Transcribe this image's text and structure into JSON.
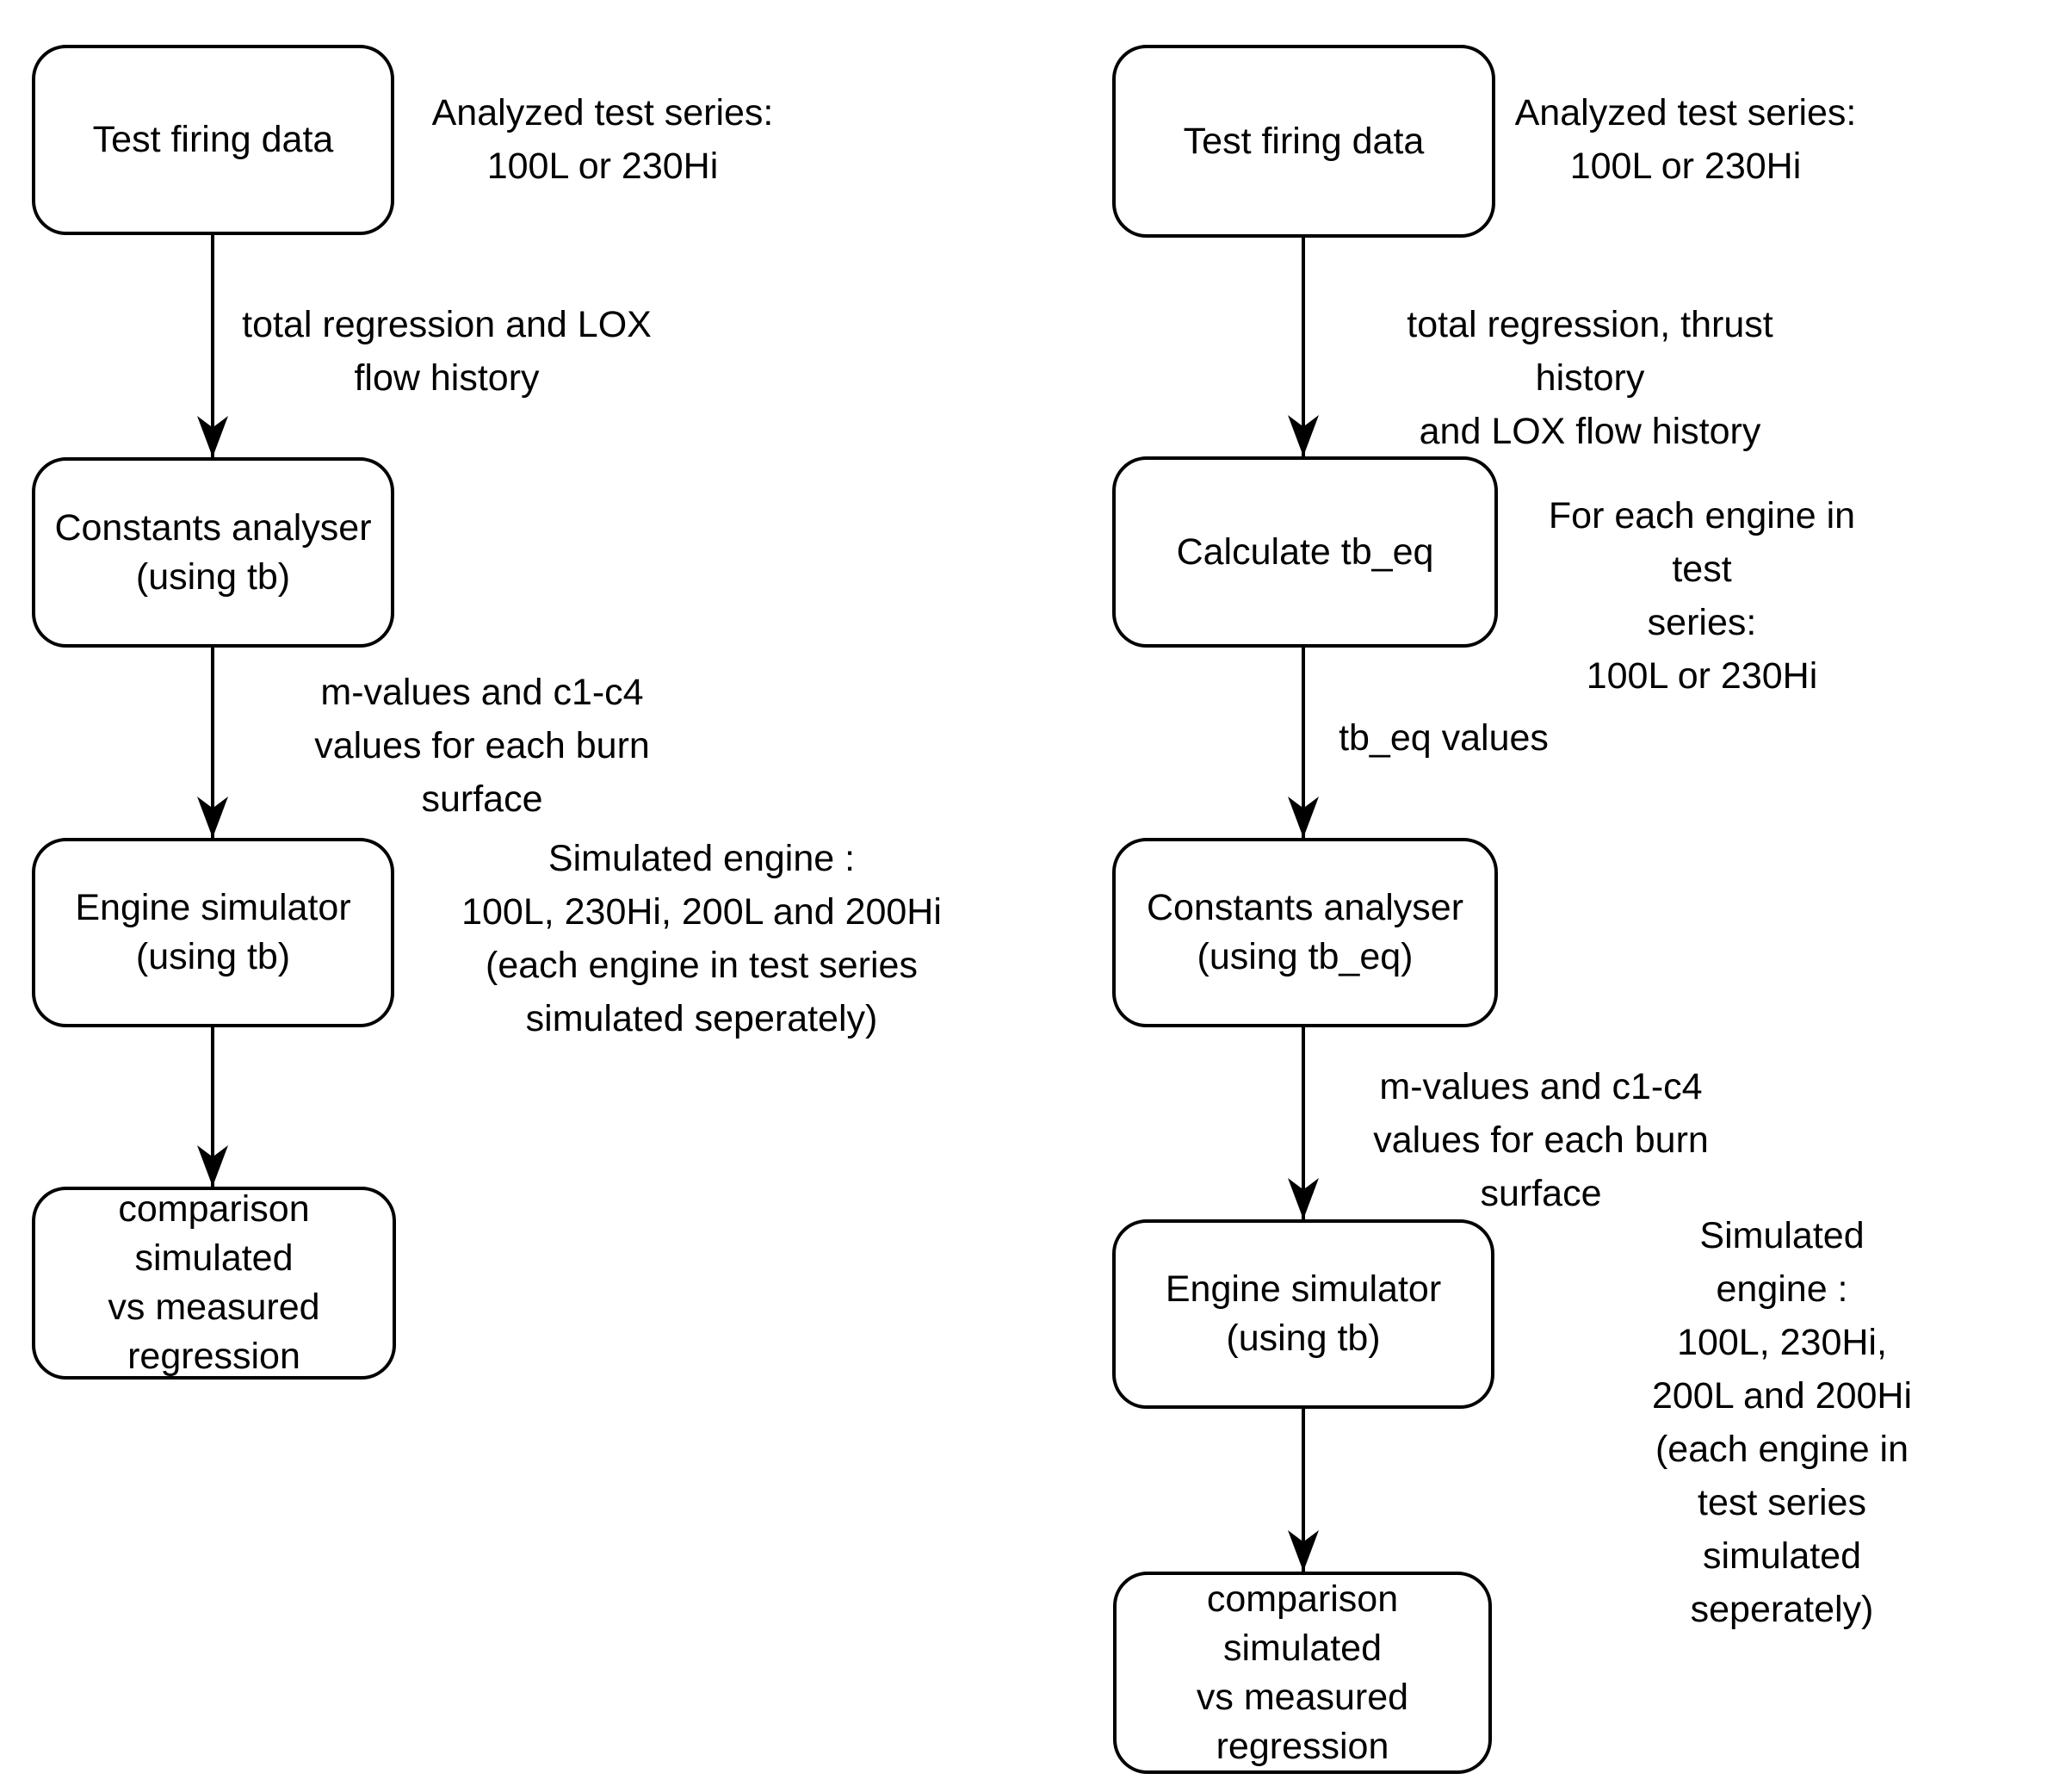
{
  "colors": {
    "stroke": "#000000",
    "background": "#ffffff",
    "text": "#000000"
  },
  "diagram": {
    "left": {
      "nodes": {
        "test_firing": "Test firing data",
        "constants_analyser": "Constants analyser\n(using tb)",
        "engine_simulator": "Engine simulator\n(using tb)",
        "comparison": "comparison simulated\nvs measured\nregression"
      },
      "edge_labels": {
        "to_constants": "total regression and LOX\nflow history",
        "to_simulator": "m-values and c1-c4\nvalues for each burn\nsurface"
      },
      "annotations": {
        "test_series": "Analyzed test series:\n100L or 230Hi",
        "simulated_engine": "Simulated engine :\n100L, 230Hi, 200L and 200Hi\n(each engine in test series\nsimulated seperately)"
      }
    },
    "right": {
      "nodes": {
        "test_firing": "Test firing data",
        "calculate_tbeq": "Calculate tb_eq",
        "constants_analyser": "Constants analyser\n(using tb_eq)",
        "engine_simulator": "Engine simulator\n(using tb)",
        "comparison": "comparison simulated\nvs measured\nregression"
      },
      "edge_labels": {
        "to_calculate": "total regression, thrust history\nand LOX flow history",
        "to_constants": "tb_eq values",
        "to_simulator": "m-values and c1-c4\nvalues for each burn\nsurface"
      },
      "annotations": {
        "test_series": "Analyzed test series:\n100L or 230Hi",
        "for_each_engine": "For each engine in test\nseries:\n100L or 230Hi",
        "simulated_engine": "Simulated engine :\n100L, 230Hi, 200L and 200Hi\n(each engine in test series\nsimulated seperately)"
      }
    }
  }
}
